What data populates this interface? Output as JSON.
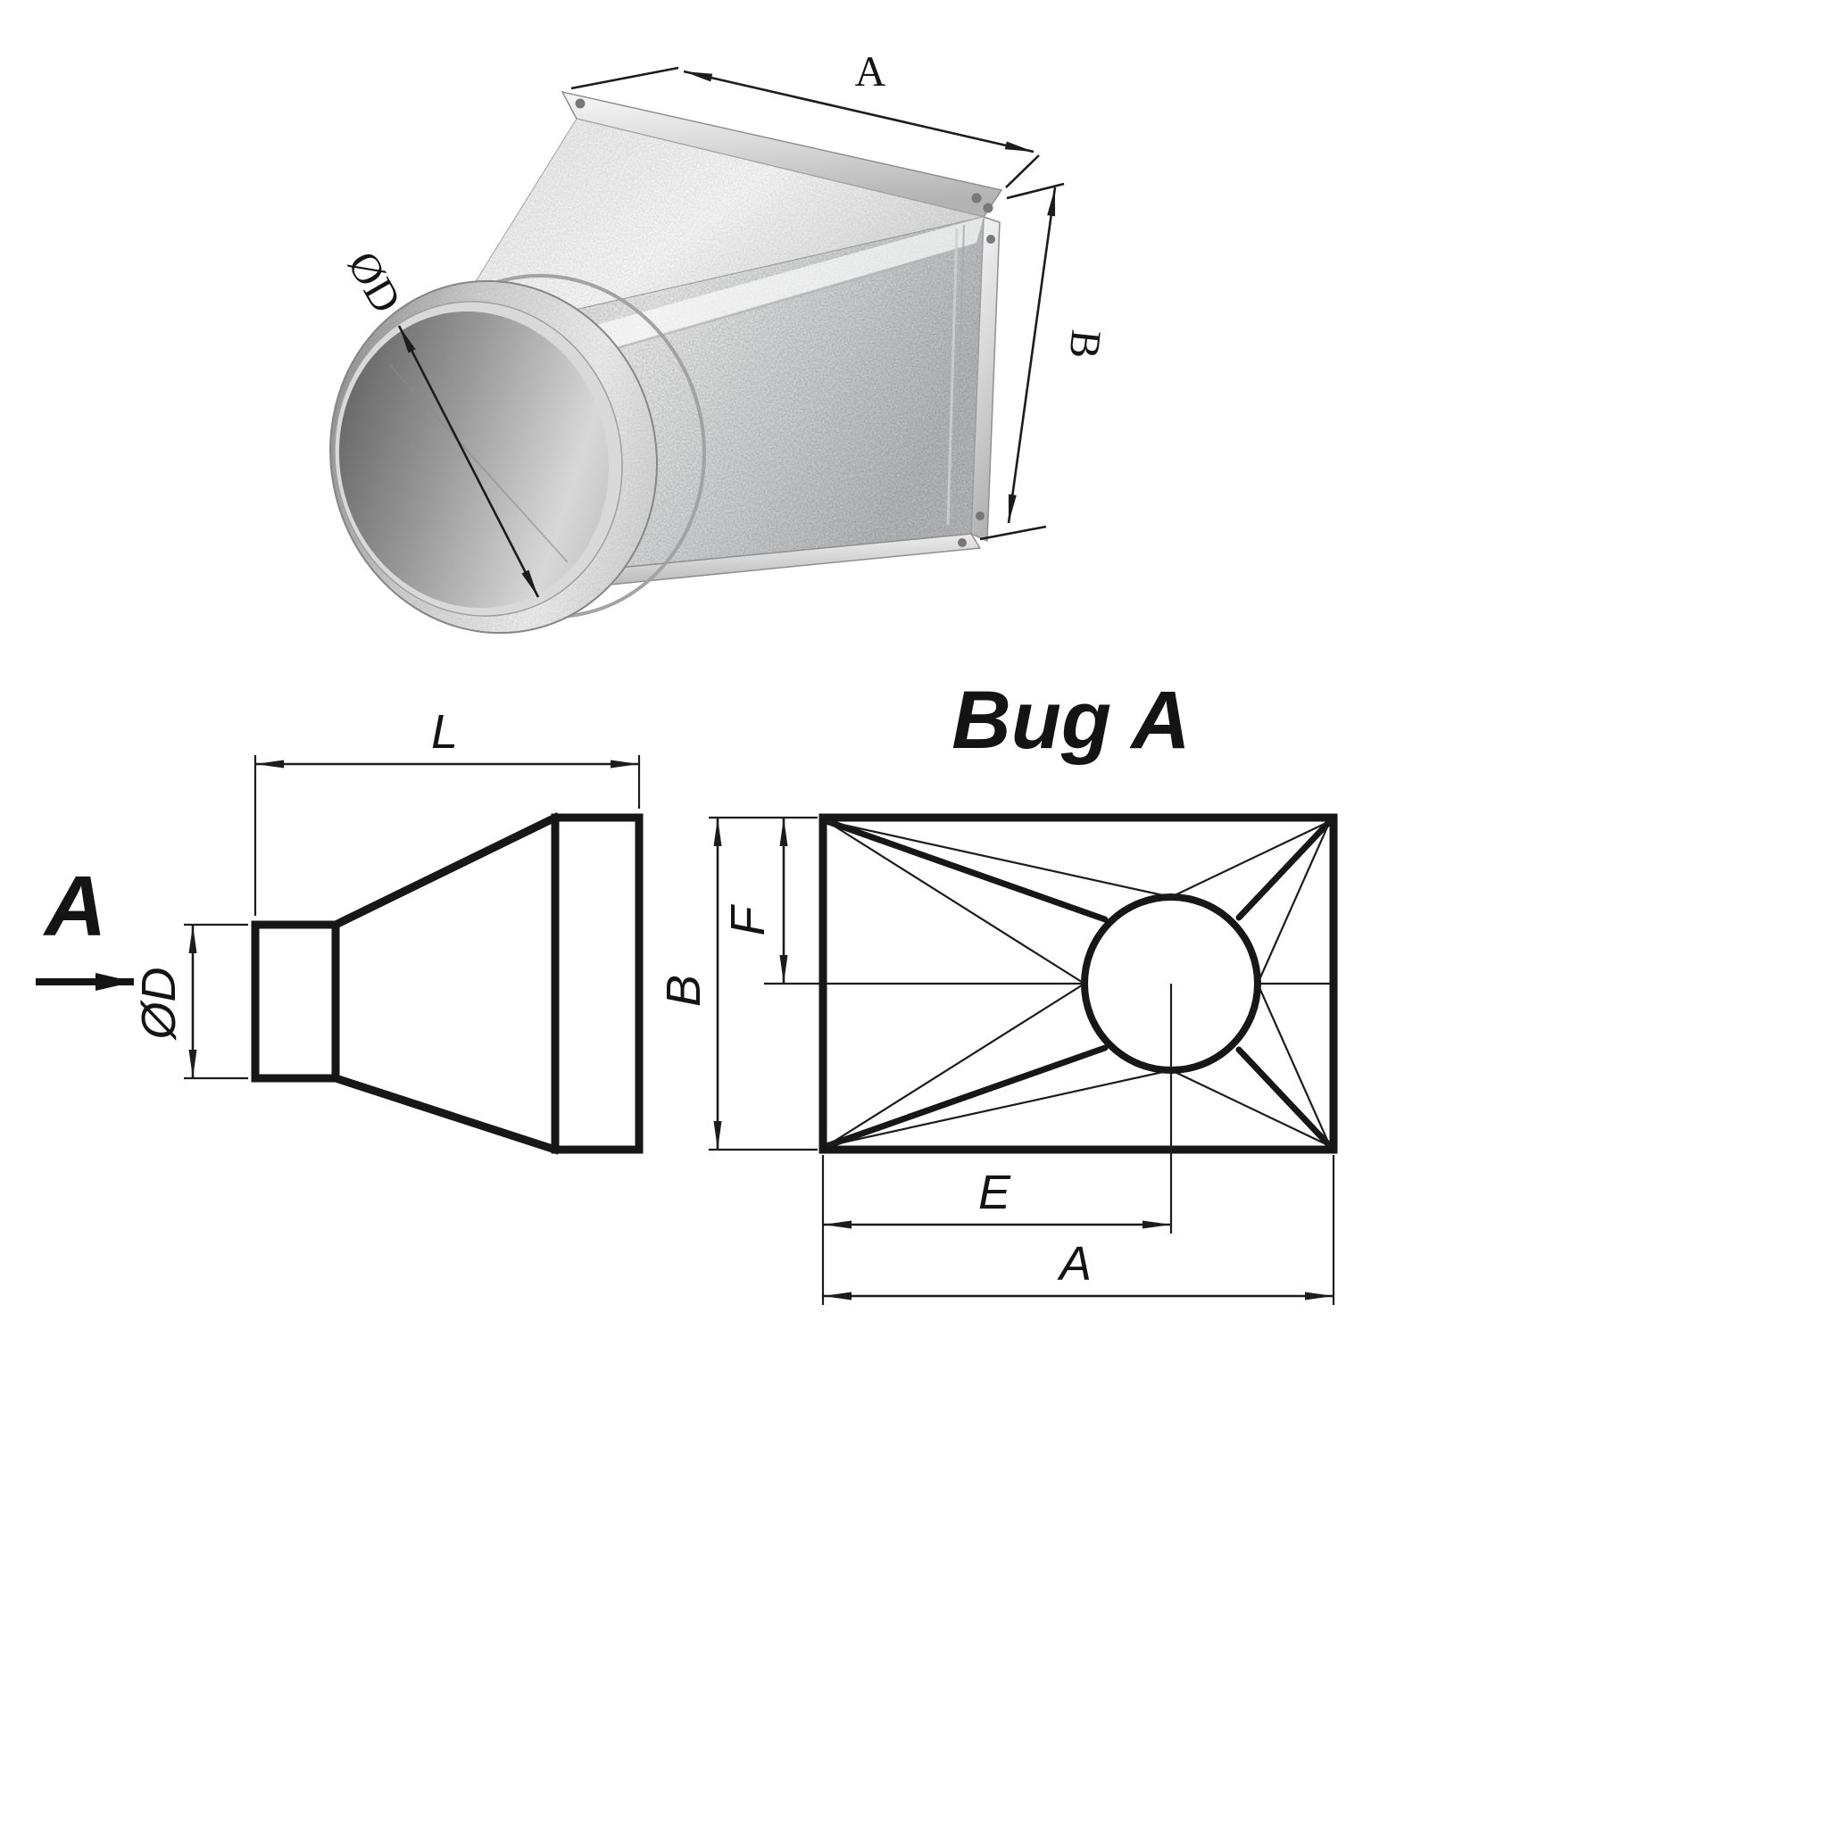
{
  "colors": {
    "ink": "#1c1c1c",
    "background": "#ffffff",
    "metal_light": "#f2f2f2",
    "metal_mid": "#c9c9c9",
    "metal_dark": "#8a8a8a"
  },
  "photo": {
    "dim_width": "A",
    "dim_height": "B",
    "dim_diameter": "ØD"
  },
  "side_view": {
    "dim_length": "L",
    "dim_diameter": "ØD",
    "view_arrow": "A"
  },
  "end_view": {
    "title": "Bug A",
    "dim_height": "B",
    "dim_f": "F",
    "dim_e": "E",
    "dim_width": "A"
  }
}
